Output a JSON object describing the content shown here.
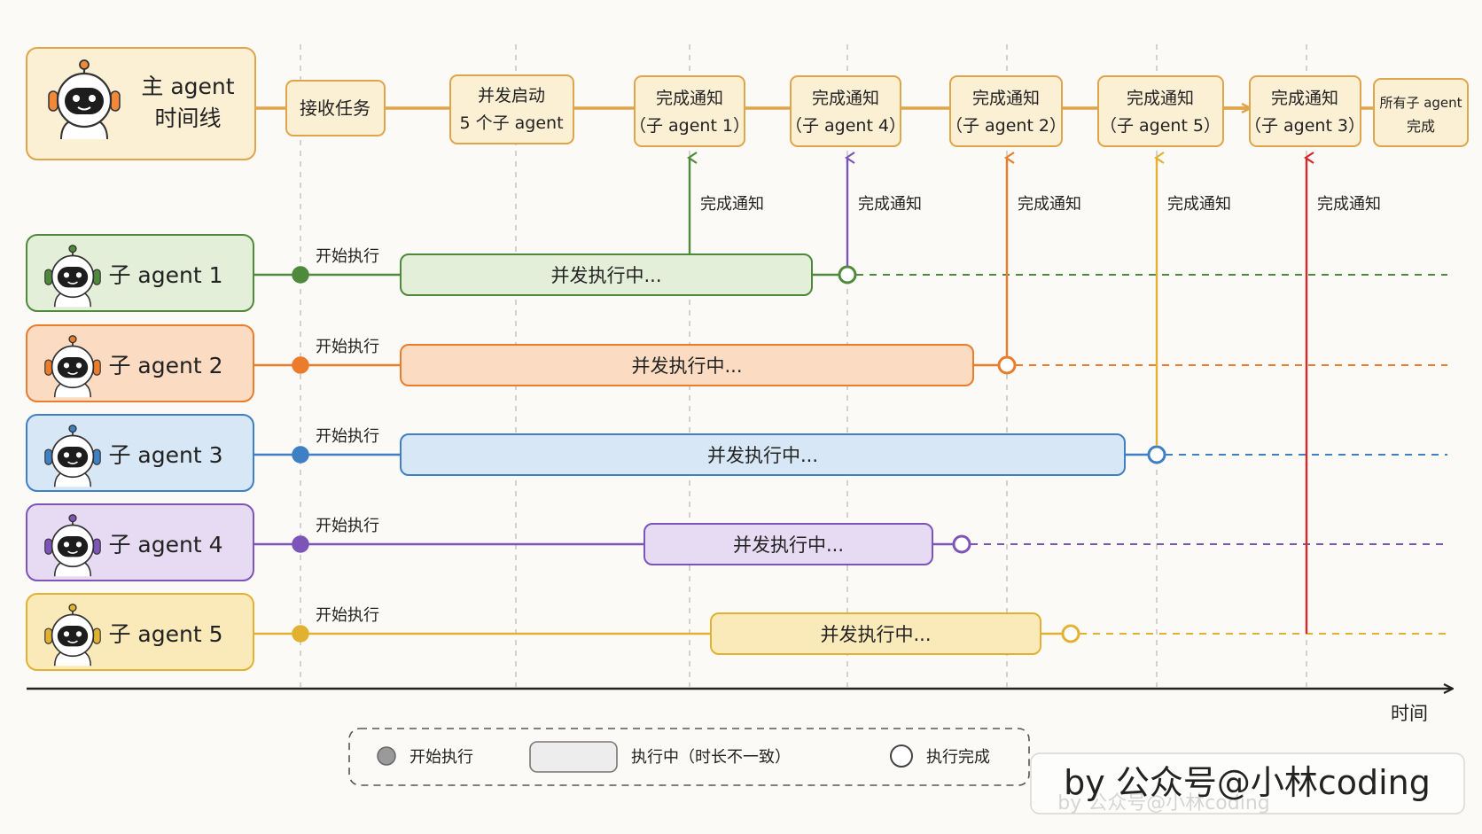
{
  "main": {
    "title_line1": "主 agent",
    "title_line2": "时间线",
    "color": "#e0a44a",
    "fill": "#fbefd4",
    "steps": [
      {
        "line1": "接收任务",
        "line2": ""
      },
      {
        "line1": "并发启动",
        "line2": "5 个子 agent"
      },
      {
        "line1": "完成通知",
        "line2": "（子 agent 1）"
      },
      {
        "line1": "完成通知",
        "line2": "（子 agent 4）"
      },
      {
        "line1": "完成通知",
        "line2": "（子 agent 2）"
      },
      {
        "line1": "完成通知",
        "line2": "（子 agent 5）"
      },
      {
        "line1": "完成通知",
        "line2": "（子 agent 3）"
      },
      {
        "line1": "所有子 agent",
        "line2": "完成"
      }
    ]
  },
  "agents": [
    {
      "label": "子 agent 1",
      "color": "#4f8a3c",
      "fill": "#e3efd8",
      "start_label": "开始执行",
      "bar_label": "并发执行中...",
      "notify_label": "完成通知"
    },
    {
      "label": "子 agent 2",
      "color": "#ea7c2c",
      "fill": "#fbdcc2",
      "start_label": "开始执行",
      "bar_label": "并发执行中...",
      "notify_label": "完成通知"
    },
    {
      "label": "子 agent 3",
      "color": "#3f7fc4",
      "fill": "#d7e7f6",
      "start_label": "开始执行",
      "bar_label": "并发执行中...",
      "notify_label": "完成通知"
    },
    {
      "label": "子 agent 4",
      "color": "#7d55b8",
      "fill": "#e7dbf3",
      "start_label": "开始执行",
      "bar_label": "并发执行中...",
      "notify_label": "完成通知"
    },
    {
      "label": "子 agent 5",
      "color": "#e3b132",
      "fill": "#fbeab9",
      "start_label": "开始执行",
      "bar_label": "并发执行中...",
      "notify_label": "完成通知"
    }
  ],
  "arrow_colors": [
    "#4f8a3c",
    "#7d55b8",
    "#ea7c2c",
    "#e3b132",
    "#d62828"
  ],
  "axis_label": "时间",
  "legend": {
    "start": "开始执行",
    "running": "执行中（时长不一致）",
    "done": "执行完成"
  },
  "watermark": {
    "main": "by 公众号@小林coding",
    "echo": "by 公众号@小林coding"
  }
}
